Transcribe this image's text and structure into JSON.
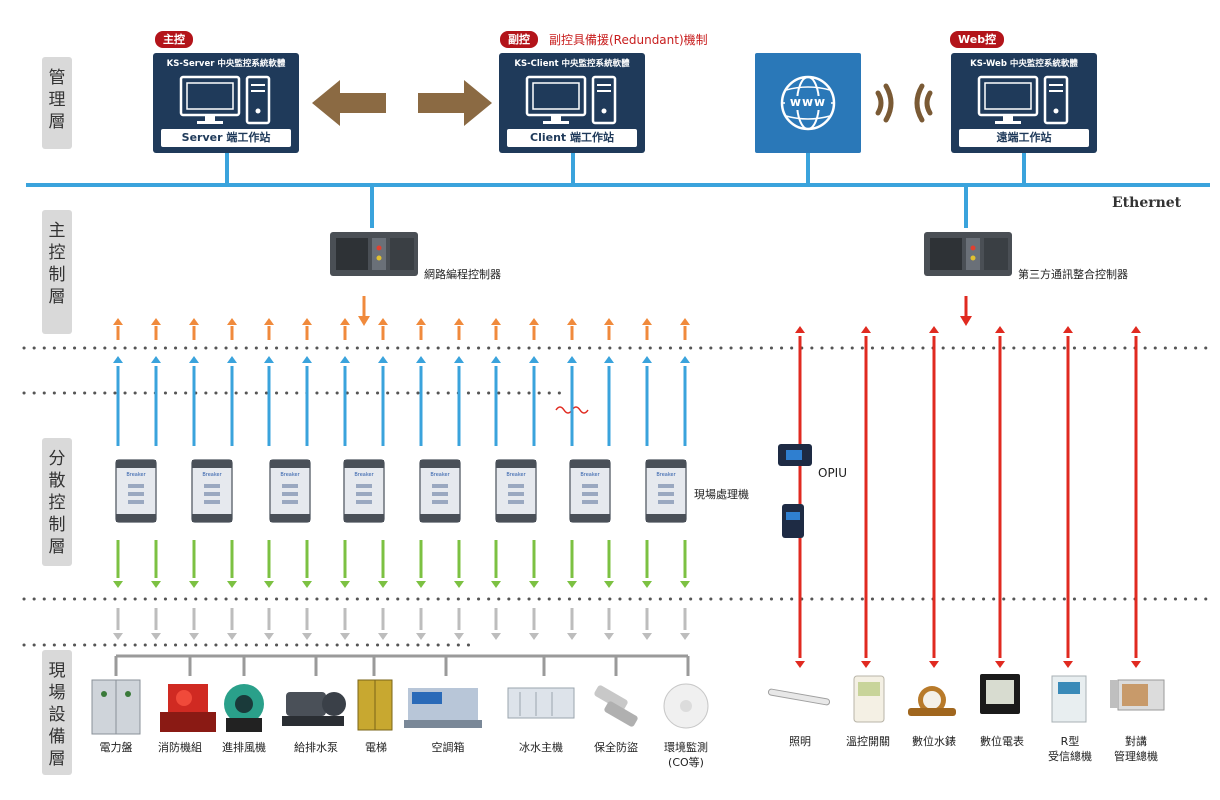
{
  "layers": {
    "management": "管理層",
    "main_control": "主控制層",
    "distributed": "分散控制層",
    "field": "現場設備層"
  },
  "roles": {
    "main": "主控",
    "secondary": "副控",
    "secondary_note": "副控具備援(Redundant)機制",
    "web": "Web控"
  },
  "workstations": {
    "server": {
      "title": "KS-Server 中央監控系統軟體",
      "label": "Server 端工作站"
    },
    "client": {
      "title": "KS-Client 中央監控系統軟體",
      "label": "Client 端工作站"
    },
    "web": {
      "title": "KS-Web 中央監控系統軟體",
      "label": "遠端工作站"
    }
  },
  "www_label": "www",
  "network": {
    "label": "Ethernet"
  },
  "controllers": {
    "network_programmable": "網路編程控制器",
    "third_party": "第三方通訊整合控制器"
  },
  "field_processor_label": "現場處理機",
  "module_brand": "Breaker",
  "opiu_label": "OPIU",
  "field_equipment_left": [
    {
      "name": "電力盤"
    },
    {
      "name": "消防機組"
    },
    {
      "name": "進排風機"
    },
    {
      "name": "給排水泵"
    },
    {
      "name": "電梯"
    },
    {
      "name": "空調箱"
    },
    {
      "name": "冰水主機"
    },
    {
      "name": "保全防盜"
    },
    {
      "name": "環境監測",
      "sub": "(CO等)"
    }
  ],
  "field_equipment_right": [
    {
      "name": "照明"
    },
    {
      "name": "溫控開關"
    },
    {
      "name": "數位水錶"
    },
    {
      "name": "數位電表"
    },
    {
      "name": "R型",
      "sub": "受信總機"
    },
    {
      "name": "對講",
      "sub": "管理總機"
    }
  ],
  "colors": {
    "navy": "#1f3a5a",
    "ethernet": "#3aa3dc",
    "orange_arrow": "#f08a3c",
    "blue_arrow": "#3aa3dc",
    "green_arrow": "#7cc142",
    "gray_arrow": "#bdbdbd",
    "red_arrow": "#e02a20",
    "badge_red": "#b3141a"
  }
}
